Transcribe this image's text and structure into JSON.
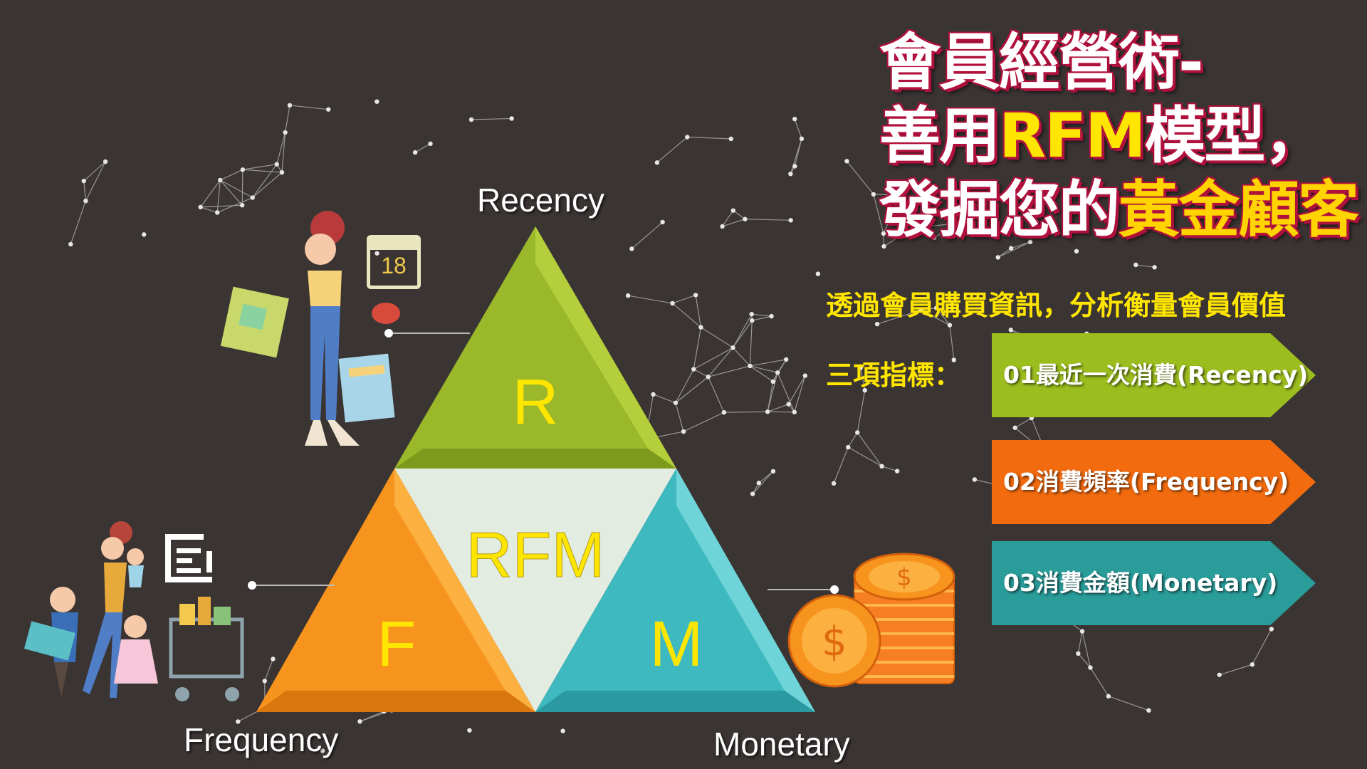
{
  "title": {
    "line1": "會員經營術-",
    "line2_pre": "善用",
    "line2_hl": "RFM",
    "line2_post": "模型，",
    "line3_pre": "發掘您的",
    "line3_hl": "黃金顧客"
  },
  "subtitle": "透過會員購買資訊，分析衡量會員價值",
  "indicators_label": "三項指標：",
  "indicators": [
    {
      "label": "01最近一次消費(Recency)",
      "color": "#9cbd1e"
    },
    {
      "label": "02消費頻率(Frequency)",
      "color": "#f26b0f"
    },
    {
      "label": "03消費金額(Monetary)",
      "color": "#2a9c9a"
    }
  ],
  "triangle": {
    "top": "R",
    "center": "RFM",
    "left": "F",
    "right": "M",
    "colors": {
      "top": "#9ab82a",
      "left": "#f7941d",
      "right": "#3fb9c0",
      "center": "#e2ece2"
    }
  },
  "axis_labels": {
    "top": "Recency",
    "left": "Frequency",
    "right": "Monetary"
  },
  "calendar_day": "18",
  "icons": [
    "shopping-woman-illustration",
    "calendar-icon",
    "document-icon",
    "family-cart-illustration",
    "coin-stack-icon"
  ]
}
